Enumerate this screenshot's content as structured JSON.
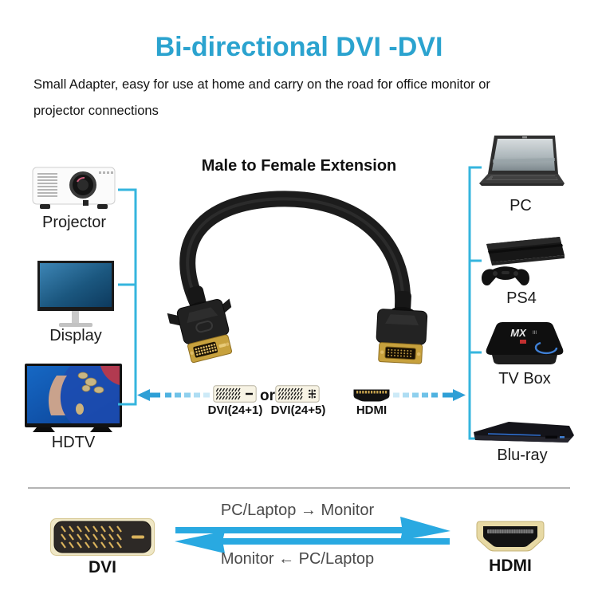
{
  "title": "Bi-directional DVI -DVI",
  "subtitle": {
    "line1": "Small Adapter, easy for use at home and carry on the road for office monitor or",
    "line2": "projector connections"
  },
  "diagram": {
    "heading": "Male to Female Extension",
    "left_devices": [
      {
        "id": "projector",
        "label": "Projector"
      },
      {
        "id": "display",
        "label": "Display"
      },
      {
        "id": "hdtv",
        "label": "HDTV"
      }
    ],
    "right_devices": [
      {
        "id": "pc",
        "label": "PC"
      },
      {
        "id": "ps4",
        "label": "PS4"
      },
      {
        "id": "tvbox",
        "label": "TV Box"
      },
      {
        "id": "bluray",
        "label": "Blu-ray"
      }
    ],
    "connector_row": {
      "dvi_24_1_label": "DVI(24+1)",
      "or_text": "or",
      "dvi_24_5_label": "DVI(24+5)",
      "hdmi_label": "HDMI"
    }
  },
  "bottom_section": {
    "dvi_label": "DVI",
    "hdmi_label": "HDMI",
    "arrow_top_text": "PC/Laptop → Monitor",
    "arrow_bottom_text": "Monitor ← PC/Laptop"
  },
  "colors": {
    "title_blue": "#2BA3CF",
    "bracket_cyan": "#35B5DE",
    "arrow_blue": "#29A9E1",
    "dashed_arrow_blue": "#2E9FD6",
    "label_text": "#1a1a1a",
    "arrow_label_text": "#4a4a4a",
    "gold": "#D9B25C"
  }
}
